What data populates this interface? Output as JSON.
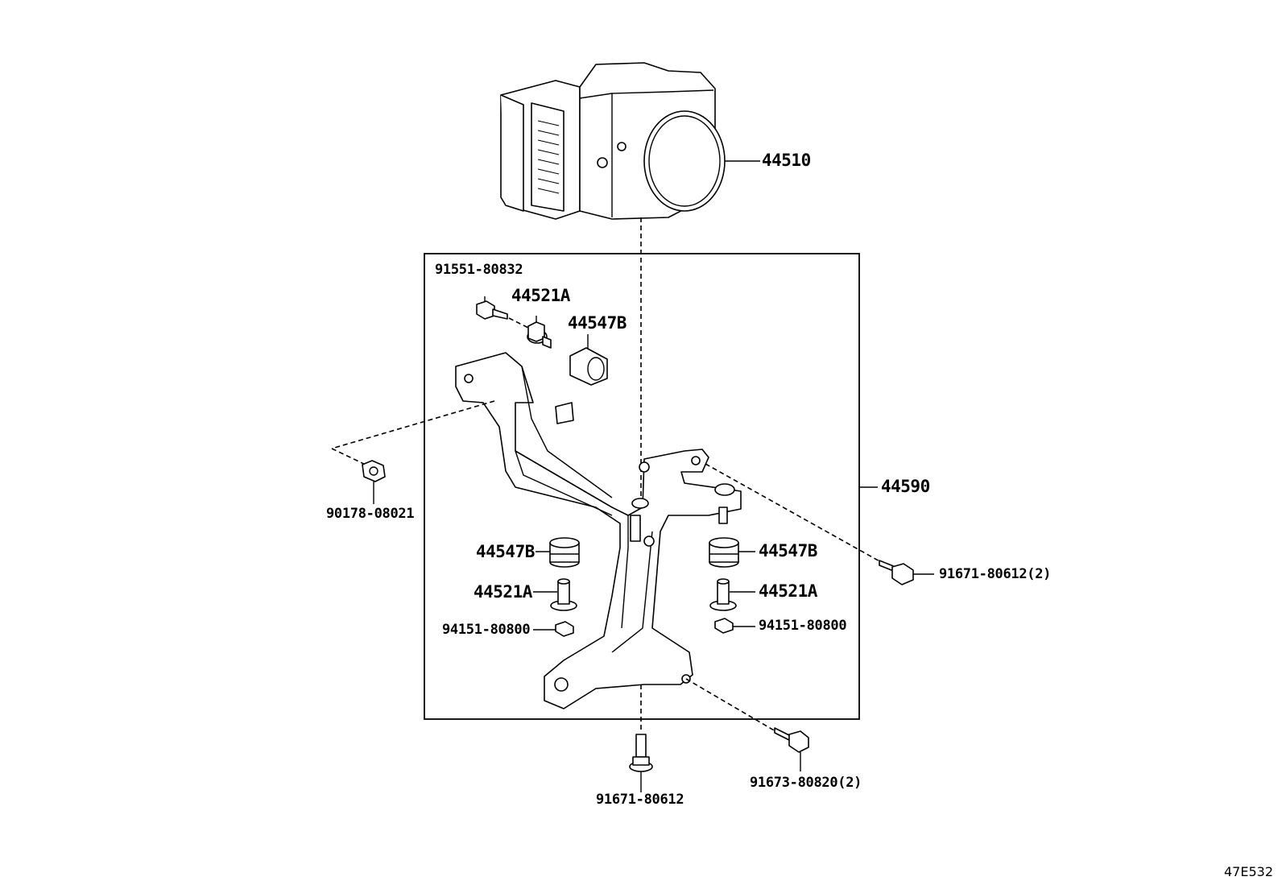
{
  "parts": {
    "p44510": "44510",
    "p44590": "44590",
    "p91551_80832": "91551-80832",
    "p44521A_top": "44521A",
    "p44547B_top": "44547B",
    "p90178_08021": "90178-08021",
    "p44547B_left": "44547B",
    "p44521A_left": "44521A",
    "p94151_80800_left": "94151-80800",
    "p44547B_right": "44547B",
    "p44521A_right": "44521A",
    "p94151_80800_right": "94151-80800",
    "p91671_80612_2": "91671-80612(2)",
    "p91671_80612": "91671-80612",
    "p91673_80820_2": "91673-80820(2)"
  },
  "diagram_code": "47E532"
}
